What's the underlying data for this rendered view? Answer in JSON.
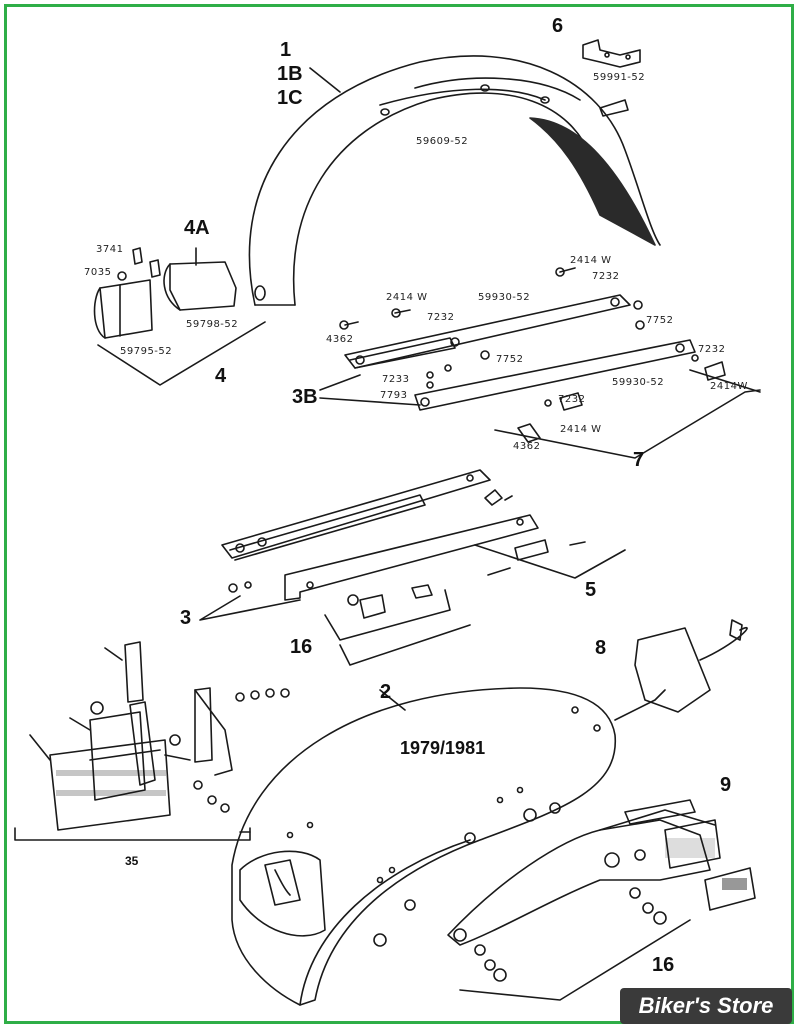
{
  "callouts": {
    "c1": "1",
    "c1b": "1B",
    "c1c": "1C",
    "c6": "6",
    "c4a": "4A",
    "c4": "4",
    "c3b": "3B",
    "c7": "7",
    "c3": "3",
    "c5": "5",
    "c16a": "16",
    "c8": "8",
    "c2": "2",
    "c9": "9",
    "c35": "35",
    "c16b": "16"
  },
  "part_numbers": {
    "p59991": "59991-52",
    "p59609": "59609-52",
    "p3741": "3741",
    "p7035": "7035",
    "p59798": "59798-52",
    "p59795": "59795-52",
    "p2414w_a": "2414 W",
    "p7232_a": "7232",
    "p2414w_b": "2414 W",
    "p59930_a": "59930-52",
    "p7232_b": "7232",
    "p7752_a": "7752",
    "p4362_a": "4362",
    "p7752_b": "7752",
    "p7233": "7233",
    "p7793": "7793",
    "p7232_c": "7232",
    "p59930_b": "59930-52",
    "p2414w_c": "2414W",
    "p7232_d": "7232",
    "p2414w_d": "2414 W",
    "p4362_b": "4362"
  },
  "year_label": "1979/1981",
  "watermark": "Biker's Store",
  "colors": {
    "frame": "#2fae47",
    "ink": "#111111",
    "watermark_bg": "#3a3a3a"
  }
}
